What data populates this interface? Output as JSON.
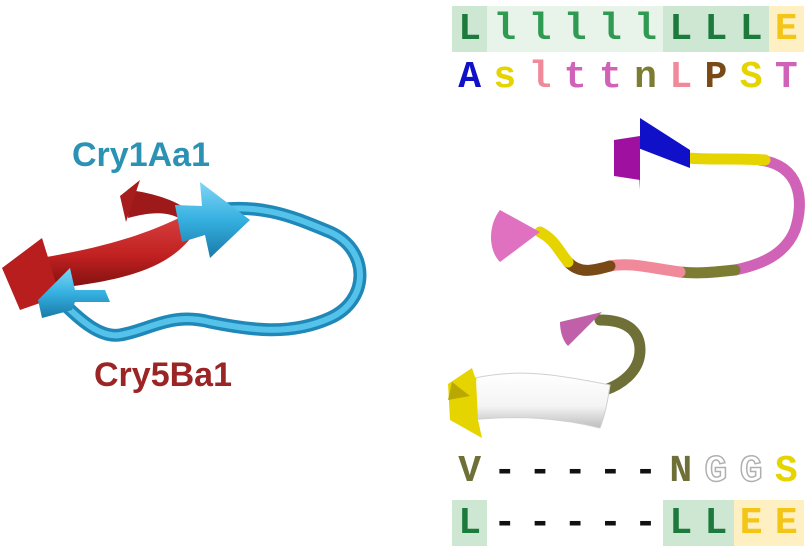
{
  "labels": {
    "protein_a": "Cry1Aa1",
    "protein_b": "Cry5Ba1"
  },
  "colors": {
    "protein_a": "#2b92b3",
    "protein_b": "#9b2424",
    "ribbon_a": "#3fb6e0",
    "ribbon_b": "#c42424"
  },
  "top_rows": [
    {
      "residues": [
        {
          "ch": "L",
          "color": "#1c7a3c",
          "bg": "#cde7d2"
        },
        {
          "ch": "l",
          "color": "#2f9a52",
          "bg": "#e8f4ea"
        },
        {
          "ch": "l",
          "color": "#2f9a52",
          "bg": "#e8f4ea"
        },
        {
          "ch": "l",
          "color": "#2f9a52",
          "bg": "#e8f4ea"
        },
        {
          "ch": "l",
          "color": "#2f9a52",
          "bg": "#e8f4ea"
        },
        {
          "ch": "l",
          "color": "#2f9a52",
          "bg": "#e8f4ea"
        },
        {
          "ch": "L",
          "color": "#1c7a3c",
          "bg": "#cde7d2"
        },
        {
          "ch": "L",
          "color": "#1c7a3c",
          "bg": "#cde7d2"
        },
        {
          "ch": "L",
          "color": "#1c7a3c",
          "bg": "#cde7d2"
        },
        {
          "ch": "E",
          "color": "#f3c517",
          "bg": "#fff0c4"
        }
      ]
    },
    {
      "residues": [
        {
          "ch": "A",
          "color": "#1010c8",
          "bg": ""
        },
        {
          "ch": "s",
          "color": "#e6d400",
          "bg": ""
        },
        {
          "ch": "l",
          "color": "#f08a9a",
          "bg": ""
        },
        {
          "ch": "t",
          "color": "#d063b8",
          "bg": ""
        },
        {
          "ch": "t",
          "color": "#d063b8",
          "bg": ""
        },
        {
          "ch": "n",
          "color": "#7c7c32",
          "bg": ""
        },
        {
          "ch": "L",
          "color": "#f08a9a",
          "bg": ""
        },
        {
          "ch": "P",
          "color": "#7a4a16",
          "bg": ""
        },
        {
          "ch": "S",
          "color": "#e6d400",
          "bg": ""
        },
        {
          "ch": "T",
          "color": "#d063b8",
          "bg": ""
        }
      ]
    }
  ],
  "bottom_rows": [
    {
      "residues": [
        {
          "ch": "V",
          "color": "#6f6f38",
          "bg": ""
        },
        {
          "ch": "-",
          "color": "#111111",
          "bg": ""
        },
        {
          "ch": "-",
          "color": "#111111",
          "bg": ""
        },
        {
          "ch": "-",
          "color": "#111111",
          "bg": ""
        },
        {
          "ch": "-",
          "color": "#111111",
          "bg": ""
        },
        {
          "ch": "-",
          "color": "#111111",
          "bg": ""
        },
        {
          "ch": "N",
          "color": "#6f6f38",
          "bg": ""
        },
        {
          "ch": "G",
          "color": "outline",
          "bg": ""
        },
        {
          "ch": "G",
          "color": "outline",
          "bg": ""
        },
        {
          "ch": "S",
          "color": "#e6d400",
          "bg": ""
        }
      ]
    },
    {
      "residues": [
        {
          "ch": "L",
          "color": "#1c7a3c",
          "bg": "#cde7d2"
        },
        {
          "ch": "-",
          "color": "#111111",
          "bg": ""
        },
        {
          "ch": "-",
          "color": "#111111",
          "bg": ""
        },
        {
          "ch": "-",
          "color": "#111111",
          "bg": ""
        },
        {
          "ch": "-",
          "color": "#111111",
          "bg": ""
        },
        {
          "ch": "-",
          "color": "#111111",
          "bg": ""
        },
        {
          "ch": "L",
          "color": "#1c7a3c",
          "bg": "#cde7d2"
        },
        {
          "ch": "L",
          "color": "#1c7a3c",
          "bg": "#cde7d2"
        },
        {
          "ch": "E",
          "color": "#f3c517",
          "bg": "#fff0c4"
        },
        {
          "ch": "E",
          "color": "#f3c517",
          "bg": "#fff0c4"
        }
      ]
    }
  ]
}
